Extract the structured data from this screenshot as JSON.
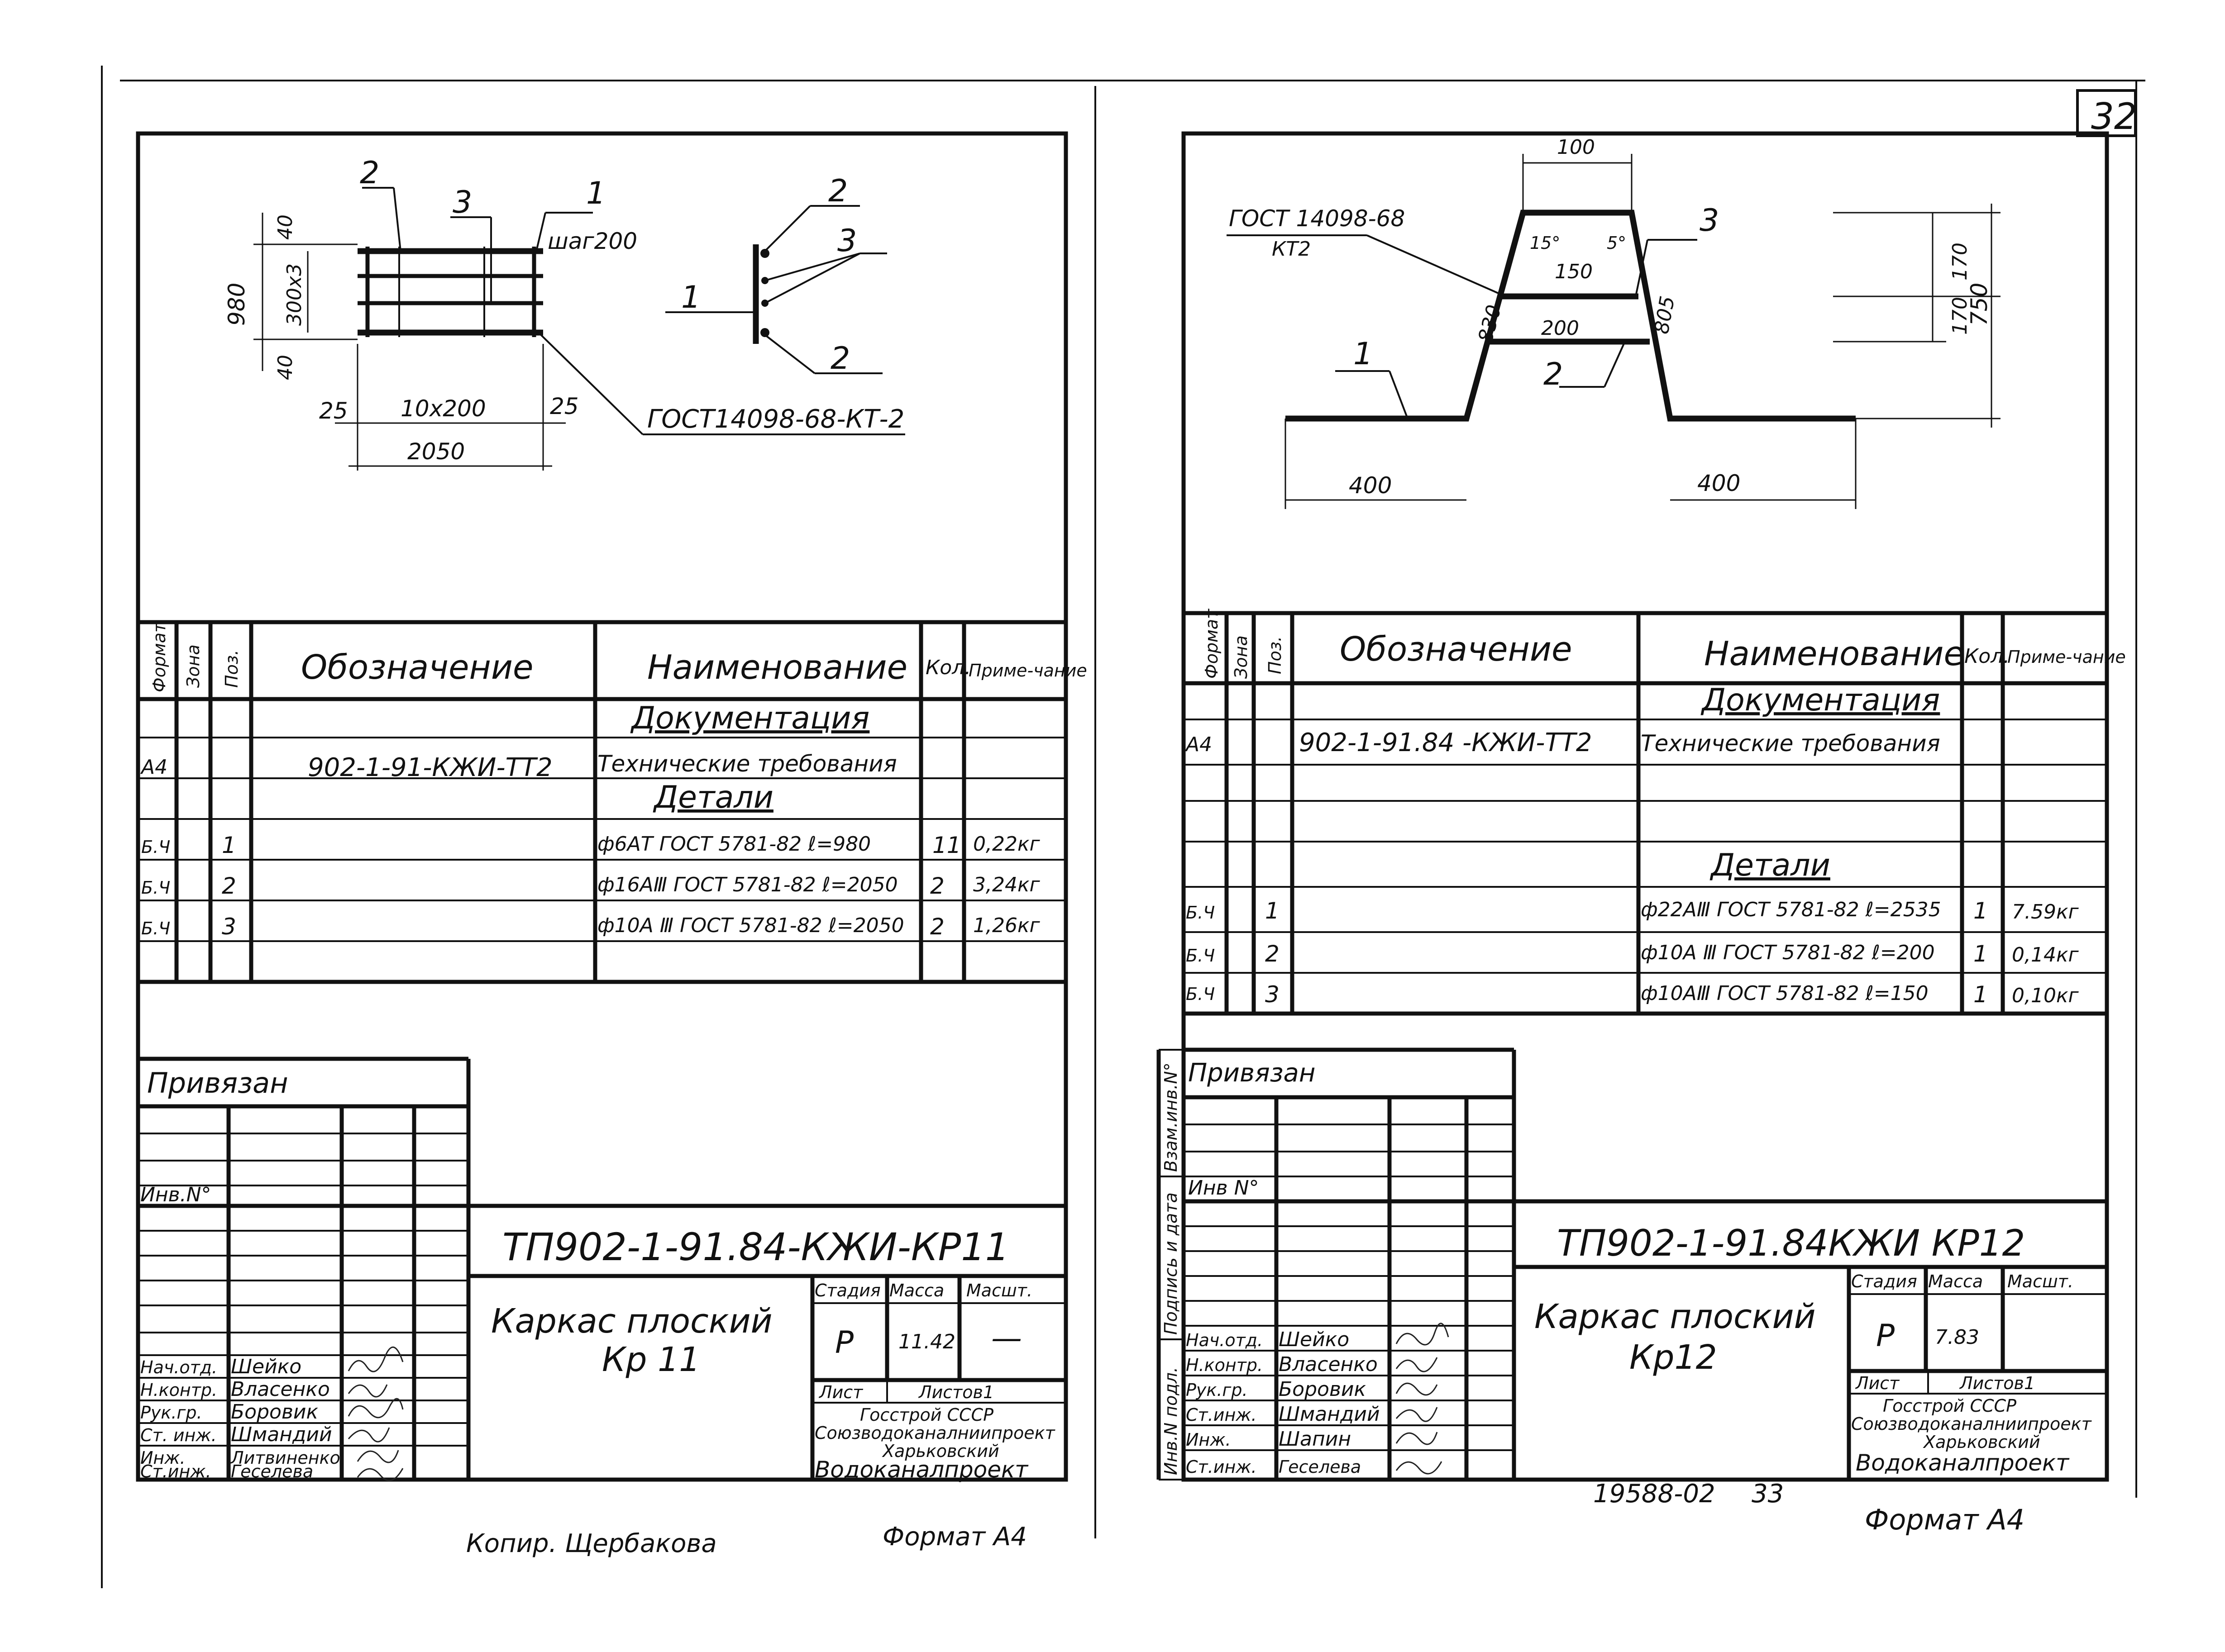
{
  "page_number": "32",
  "left": {
    "drawing": {
      "pos_2": "2",
      "pos_3": "3",
      "pos_1": "1",
      "step": "шаг200",
      "dim_40_top": "40",
      "dim_980": "980",
      "dim_3x300": "300x3",
      "dim_40_bottom": "40",
      "dim_25_left": "25",
      "dim_10x200": "10x200",
      "dim_25_right": "25",
      "dim_2050": "2050",
      "gost_weld": "ГОСТ14098-68-КТ-2",
      "sec_2_top": "2",
      "sec_3": "3",
      "sec_1": "1",
      "sec_2_bottom": "2"
    },
    "spec": {
      "headers": {
        "format": "Формат",
        "zone": "Зона",
        "pos": "Поз.",
        "designation": "Обозначение",
        "name": "Наименование",
        "qty": "Кол.",
        "note": "Приме-чание"
      },
      "section_docs": "Документация",
      "doc_row": {
        "format": "А4",
        "designation": "902-1-91-КЖИ-ТТ2",
        "name": "Технические требования"
      },
      "section_parts": "Детали",
      "rows": [
        {
          "format": "Б.Ч",
          "pos": "1",
          "name": "ф6АТ ГОСТ 5781-82 ℓ=980",
          "qty": "11",
          "note": "0,22кг"
        },
        {
          "format": "Б.Ч",
          "pos": "2",
          "name": "ф16АⅢ ГОСТ 5781-82 ℓ=2050",
          "qty": "2",
          "note": "3,24кг"
        },
        {
          "format": "Б.Ч",
          "pos": "3",
          "name": "ф10А Ⅲ ГОСТ 5781-82 ℓ=2050",
          "qty": "2",
          "note": "1,26кг"
        }
      ]
    },
    "binding": {
      "title": "Привязан",
      "inv": "Инв.N°"
    },
    "title_block": {
      "code": "ТП902-1-91.84-КЖИ-КР11",
      "item_name": "Каркас плоский",
      "item_code": "Кр 11",
      "stage_label": "Стадия",
      "mass_label": "Масса",
      "scale_label": "Масшт.",
      "stage": "Р",
      "mass": "11.42",
      "scale": "—",
      "sheet_label": "Лист",
      "sheets_label": "Листов1",
      "org_1": "Госстрой СССР",
      "org_2": "Союзводоканалниипроект",
      "org_3": "Харьковский",
      "org_4": "Водоканалпроект",
      "people": [
        {
          "role": "Нач.отд.",
          "name": "Шейко"
        },
        {
          "role": "Н.контр.",
          "name": "Власенко"
        },
        {
          "role": "Рук.гр.",
          "name": "Боровик"
        },
        {
          "role": "Ст. инж.",
          "name": "Шмандий"
        },
        {
          "role": "Инж.",
          "name": "Литвиненко"
        },
        {
          "role": "Ст.инж.",
          "name": "Геселева"
        }
      ]
    },
    "footer_copy": "Копир. Щербакова",
    "footer_format": "Формат А4"
  },
  "right": {
    "drawing": {
      "gost": "ГОСТ 14098-68",
      "kt": "КТ2",
      "dim_100": "100",
      "ang_15": "15°",
      "dim_150": "150",
      "ang_5": "5°",
      "dim_830": "830",
      "dim_805": "805",
      "dim_200": "200",
      "pos_3": "3",
      "pos_2": "2",
      "pos_1": "1",
      "dim_400_left": "400",
      "dim_400_right": "400",
      "dim_170_a": "170",
      "dim_170_b": "170",
      "dim_750": "750"
    },
    "spec": {
      "headers": {
        "format": "Формат",
        "zone": "Зона",
        "pos": "Поз.",
        "designation": "Обозначение",
        "name": "Наименование",
        "qty": "Кол.",
        "note": "Приме-чание"
      },
      "section_docs": "Документация",
      "doc_row": {
        "format": "А4",
        "designation": "902-1-91.84 -КЖИ-ТТ2",
        "name": "Технические требования"
      },
      "section_parts": "Детали",
      "rows": [
        {
          "format": "Б.Ч",
          "pos": "1",
          "name": "ф22АⅢ ГОСТ 5781-82 ℓ=2535",
          "qty": "1",
          "note": "7.59кг"
        },
        {
          "format": "Б.Ч",
          "pos": "2",
          "name": "ф10А Ⅲ ГОСТ 5781-82 ℓ=200",
          "qty": "1",
          "note": "0,14кг"
        },
        {
          "format": "Б.Ч",
          "pos": "3",
          "name": "ф10АⅢ ГОСТ 5781-82 ℓ=150",
          "qty": "1",
          "note": "0,10кг"
        }
      ]
    },
    "side_labels": {
      "a": "Взам.инв.N°",
      "b": "Подпись и дата",
      "c": "Инв.N подл."
    },
    "binding": {
      "title": "Привязан",
      "inv": "Инв N°"
    },
    "title_block": {
      "code": "ТП902-1-91.84КЖИ КР12",
      "item_name": "Каркас плоский",
      "item_code": "Кр12",
      "stage_label": "Стадия",
      "mass_label": "Масса",
      "scale_label": "Масшт.",
      "stage": "Р",
      "mass": "7.83",
      "sheet_label": "Лист",
      "sheets_label": "Листов1",
      "org_1": "Госстрой СССР",
      "org_2": "Союзводоканалниипроект",
      "org_3": "Харьковский",
      "org_4": "Водоканалпроект",
      "people": [
        {
          "role": "Нач.отд.",
          "name": "Шейко"
        },
        {
          "role": "Н.контр.",
          "name": "Власенко"
        },
        {
          "role": "Рук.гр.",
          "name": "Боровик"
        },
        {
          "role": "Ст.инж.",
          "name": "Шмандий"
        },
        {
          "role": "Инж.",
          "name": "Шапин"
        },
        {
          "role": "Ст.инж.",
          "name": "Геселева"
        }
      ]
    },
    "footer_number": "19588-02",
    "footer_page": "33",
    "footer_format": "Формат А4"
  }
}
